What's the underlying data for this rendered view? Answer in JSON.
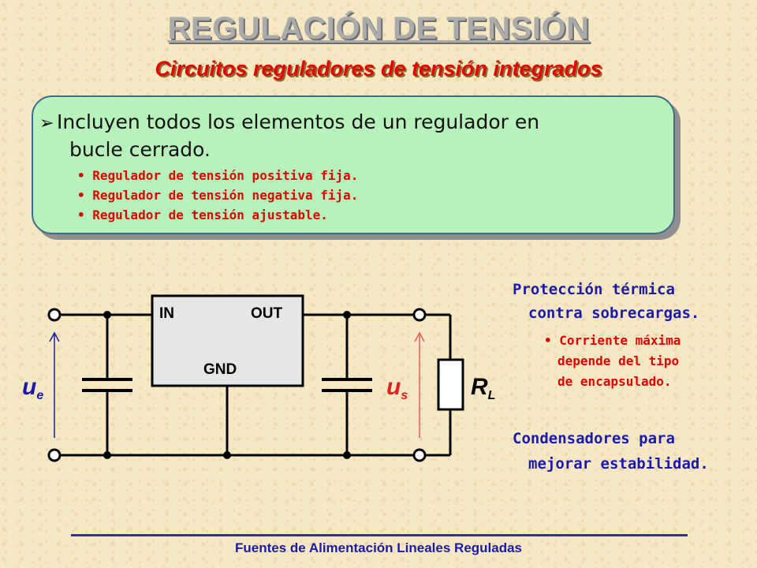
{
  "header": {
    "title": "REGULACIÓN DE TENSIÓN",
    "subtitle": "Circuitos reguladores de tensión integrados"
  },
  "summary_box": {
    "heading_line1": "Incluyen todos los elementos de un regulador en",
    "heading_line2": "bucle cerrado.",
    "bullets": [
      "Regulador de tensión positiva fija.",
      "Regulador de tensión negativa fija.",
      "Regulador de tensión ajustable."
    ]
  },
  "circuit": {
    "regulator_in": "IN",
    "regulator_out": "OUT",
    "regulator_gnd": "GND",
    "input_voltage": "u",
    "input_voltage_sub": "e",
    "output_voltage": "u",
    "output_voltage_sub": "s",
    "load": "R",
    "load_sub": "L"
  },
  "notes": {
    "thermal_line1": "Protección térmica",
    "thermal_line2": "contra sobrecargas.",
    "current_line1": "Corriente máxima",
    "current_line2": "depende del tipo",
    "current_line3": "de encapsulado.",
    "caps_line1": "Condensadores para",
    "caps_line2": "mejorar estabilidad."
  },
  "footer": {
    "text": "Fuentes de Alimentación Lineales Reguladas"
  },
  "colors": {
    "title": "#ababab",
    "subtitle": "#e60000",
    "box_fill": "#b6f2ba",
    "notes": "#1a1aa8",
    "bullets": "#e00000",
    "input_voltage": "#1a1aa8",
    "output_voltage": "#e02020"
  }
}
